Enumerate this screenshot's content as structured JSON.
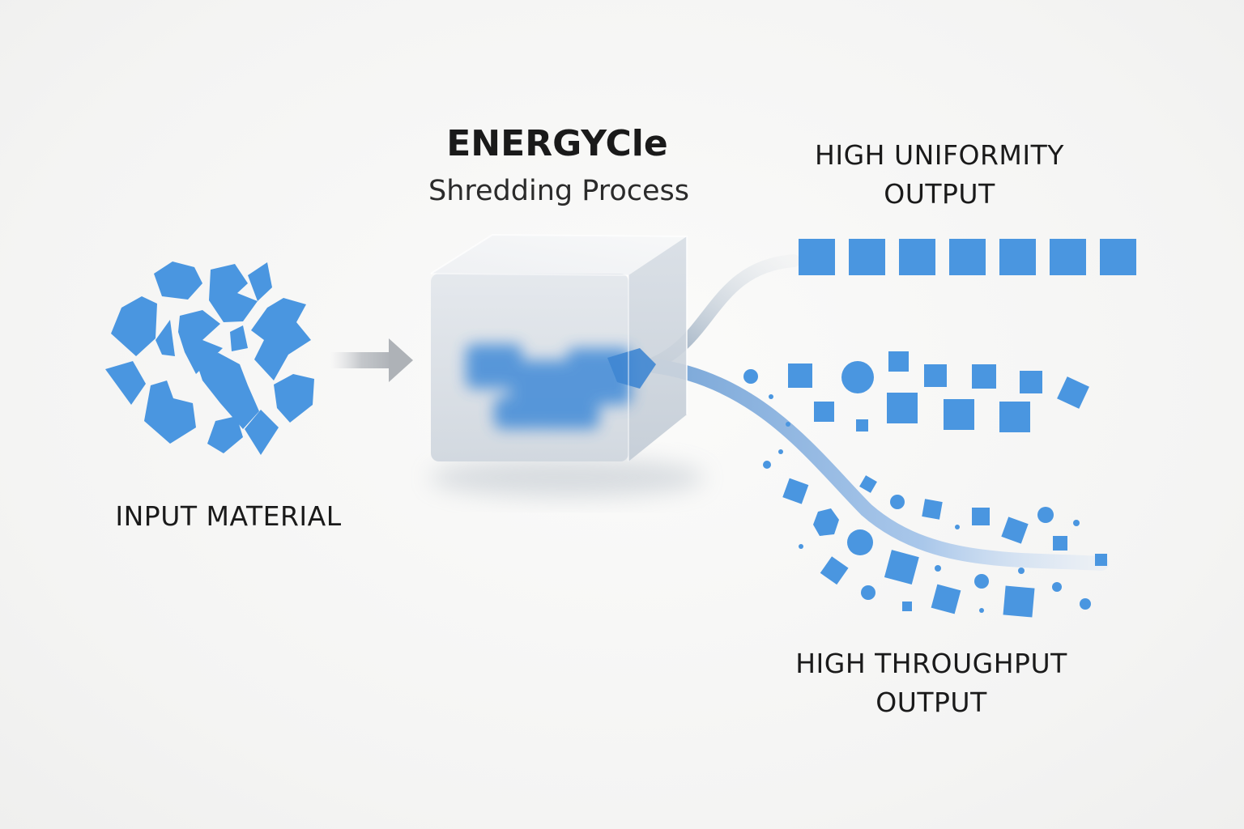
{
  "header": {
    "brand": "ENERGYCle",
    "process": "Shredding Process"
  },
  "stages": {
    "input": "INPUT MATERIAL",
    "uniformity_output": [
      "HIGH UNIFORMITY",
      "OUTPUT"
    ],
    "throughput_output": [
      "HIGH THROUGHPUT",
      "OUTPUT"
    ]
  },
  "colors": {
    "particle_blue": "#4a96e0",
    "particle_blue_dark": "#3a7fc9",
    "arrow_gray": "#b9bcc0",
    "cube_glass": "#dfe4ea"
  }
}
